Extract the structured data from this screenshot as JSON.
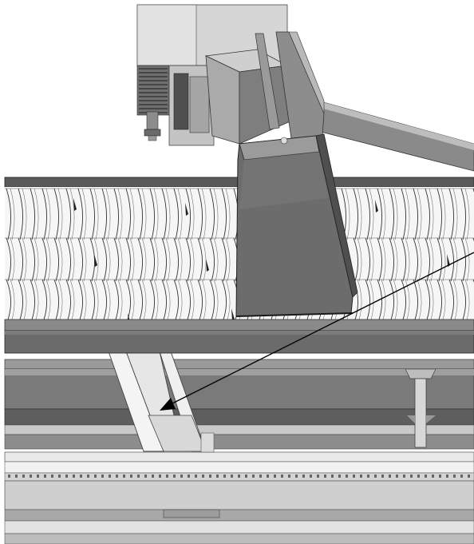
{
  "figure": {
    "kind": "cad-render",
    "subject_parts": [
      "spindle-head",
      "dust-hood",
      "gantry-beam",
      "slat-bed",
      "frame-rail",
      "support-leg"
    ],
    "callout": {
      "style": "leader-arrow",
      "label": ""
    },
    "colors": {
      "background": "#ffffff",
      "dark_metal": "#6f6f6f",
      "mid_metal": "#8c8c8c",
      "light_metal": "#bdbdbd",
      "pale_metal": "#e6e6e6",
      "edge": "#2a2a2a",
      "arrow": "#000000"
    }
  }
}
